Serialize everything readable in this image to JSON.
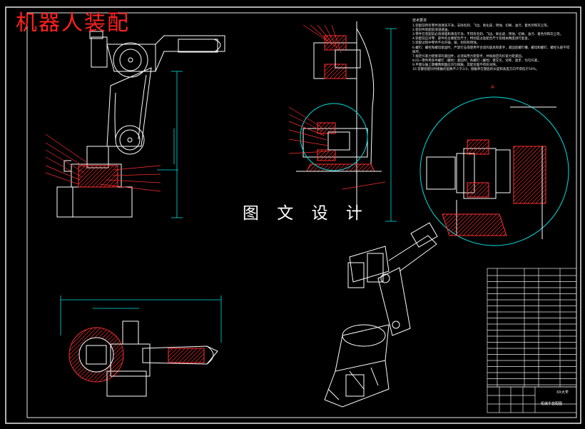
{
  "overlay_title": "机器人装配",
  "center_watermark": "图 文 设 计",
  "technical_notes": {
    "heading": "技术要求",
    "lines": [
      "1.装配前所有零件须清洗干净，去除毛刺、飞边、氧化皮、锈蚀、切屑、油污、着色剂和灰尘等。",
      "2.密封件装配前须浸透油。",
      "3.零件在装配前必须清理和清洗干净，不得有毛刺、飞边、氧化皮、锈蚀、切屑、油污、着色剂和灰尘等。",
      "4.装配前应对零、部件的主要配合尺寸，特别是过盈配合尺寸及相关精度进行复查。",
      "5.装配过程中零件不允许磕、碰、划伤和锈蚀。",
      "6.螺钉、螺栓和螺母紧固时，严禁打击或使用不合适的旋具和扳手，紧固后螺钉槽、螺母和螺钉、螺栓头部不得损坏。",
      "7.规定拧紧力矩要求的紧固件，必须采用力矩扳手，并按规定的拧紧力矩紧固。",
      "8.同一零件用多件螺钉（螺栓）紧固时，各螺钉（螺栓）需交叉、对称、逐步、均匀拧紧。",
      "9.平键与轴上键槽两侧面应均匀接触，其配合面不得有间隙。",
      "10.花键装配同时接触的齿数不少于2/3，接触率在键齿的长度和高度方向不得低于50%。"
    ]
  },
  "title_block": {
    "school": "XX大学",
    "drawing_name": "机械手装配图"
  },
  "colors": {
    "background": "#000000",
    "lines": "#ffffff",
    "frame": "#e8e8e8",
    "dimension": "#00e0e0",
    "leader": "#ff3030",
    "hatch": "#ff3030",
    "overlay_text": "#ff2020"
  }
}
